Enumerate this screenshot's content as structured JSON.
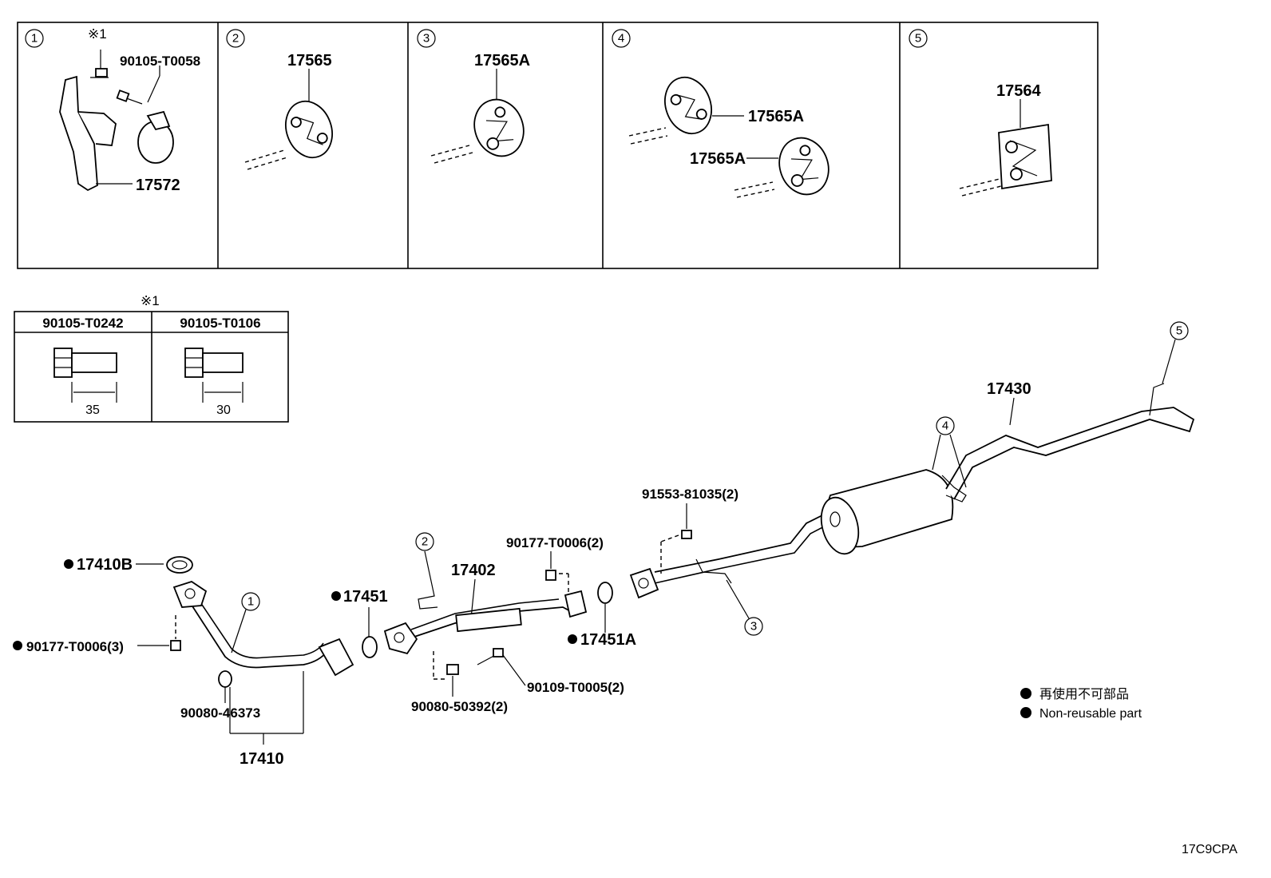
{
  "panels": [
    {
      "num": "1",
      "labels": [
        "※1",
        "90105-T0058",
        "17572"
      ]
    },
    {
      "num": "2",
      "labels": [
        "17565"
      ]
    },
    {
      "num": "3",
      "labels": [
        "17565A"
      ]
    },
    {
      "num": "4",
      "labels": [
        "17565A",
        "17565A"
      ]
    },
    {
      "num": "5",
      "labels": [
        "17564"
      ]
    }
  ],
  "bolt_table": {
    "note": "※1",
    "cols": [
      {
        "part": "90105-T0242",
        "length": "35"
      },
      {
        "part": "90105-T0106",
        "length": "30"
      }
    ]
  },
  "main": {
    "front_pipe": {
      "gasket": "17410B",
      "nut": "90177-T0006(3)",
      "bolt": "90080-46373",
      "pipe": "17410",
      "callout": "1"
    },
    "center_pipe": {
      "gasket_l": "17451",
      "gasket_r": "17451A",
      "pipe": "17402",
      "nut": "90177-T0006(2)",
      "spring": "90080-50392(2)",
      "bolt": "90109-T0005(2)",
      "callout": "2"
    },
    "tail_pipe": {
      "bolt": "91553-81035(2)",
      "pipe": "17430",
      "callout_3": "3",
      "callout_4": "4",
      "callout_5": "5"
    }
  },
  "legend": {
    "jp": "再使用不可部品",
    "en": "Non-reusable part"
  },
  "code": "17C9CPA"
}
